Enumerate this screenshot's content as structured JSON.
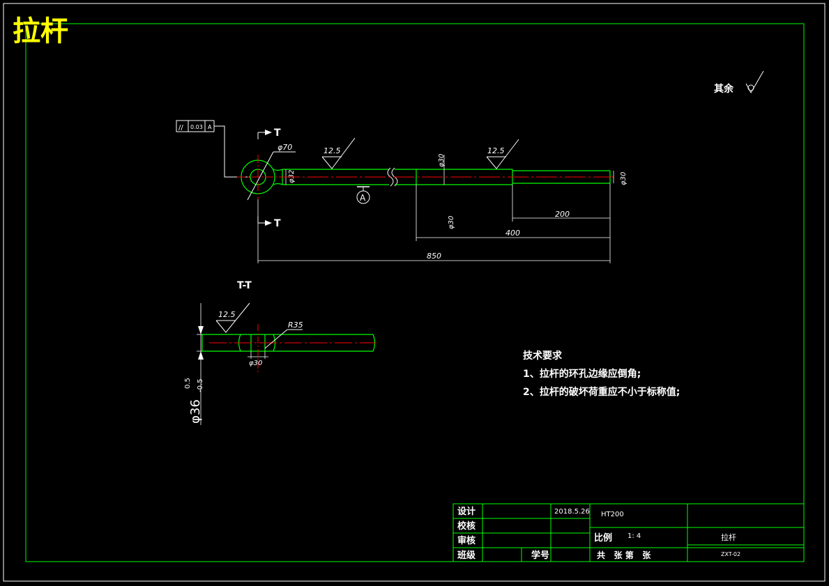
{
  "drawing_title": "拉杆",
  "surface_note": {
    "label": "其余"
  },
  "tolerance_frame": {
    "symbol": "//",
    "value": "0.03",
    "datum": "A"
  },
  "section_mark": "T",
  "section_view_title": "T-T",
  "datum_label": "A",
  "roughness": {
    "main_1": "12.5",
    "main_2": "12.5",
    "section": "12.5"
  },
  "dimensions": {
    "eye_dia": "φ70",
    "neck_dia": "φ32",
    "mid_dia": "φ30",
    "end_dia": "φ30",
    "tail_dia": "φ30",
    "len_200": "200",
    "len_400": "400",
    "len_850": "850",
    "sec_r35": "R35",
    "sec_bore": "φ30",
    "sec_thick": "φ36",
    "sec_tol_upper": "0.5",
    "sec_tol_lower": "-0.5"
  },
  "tech_requirements": {
    "heading": "技术要求",
    "items": [
      "1、拉杆的环孔边缘应倒角;",
      "2、拉杆的破坏荷重应不小于标称值;"
    ]
  },
  "title_block": {
    "design_label": "设计",
    "check_label": "校核",
    "review_label": "审核",
    "class_label": "班级",
    "student_id_label": "学号",
    "date": "2018.5.26",
    "material": "HT200",
    "scale_label": "比例",
    "scale_value": "1: 4",
    "sheet_info": "共   张 第   张",
    "part_name": "拉杆",
    "drawing_no": "ZXT-02"
  },
  "colors": {
    "frame": "#00ff00",
    "text": "#ffffff",
    "centerline": "#ff0000",
    "title": "#ffff00"
  }
}
